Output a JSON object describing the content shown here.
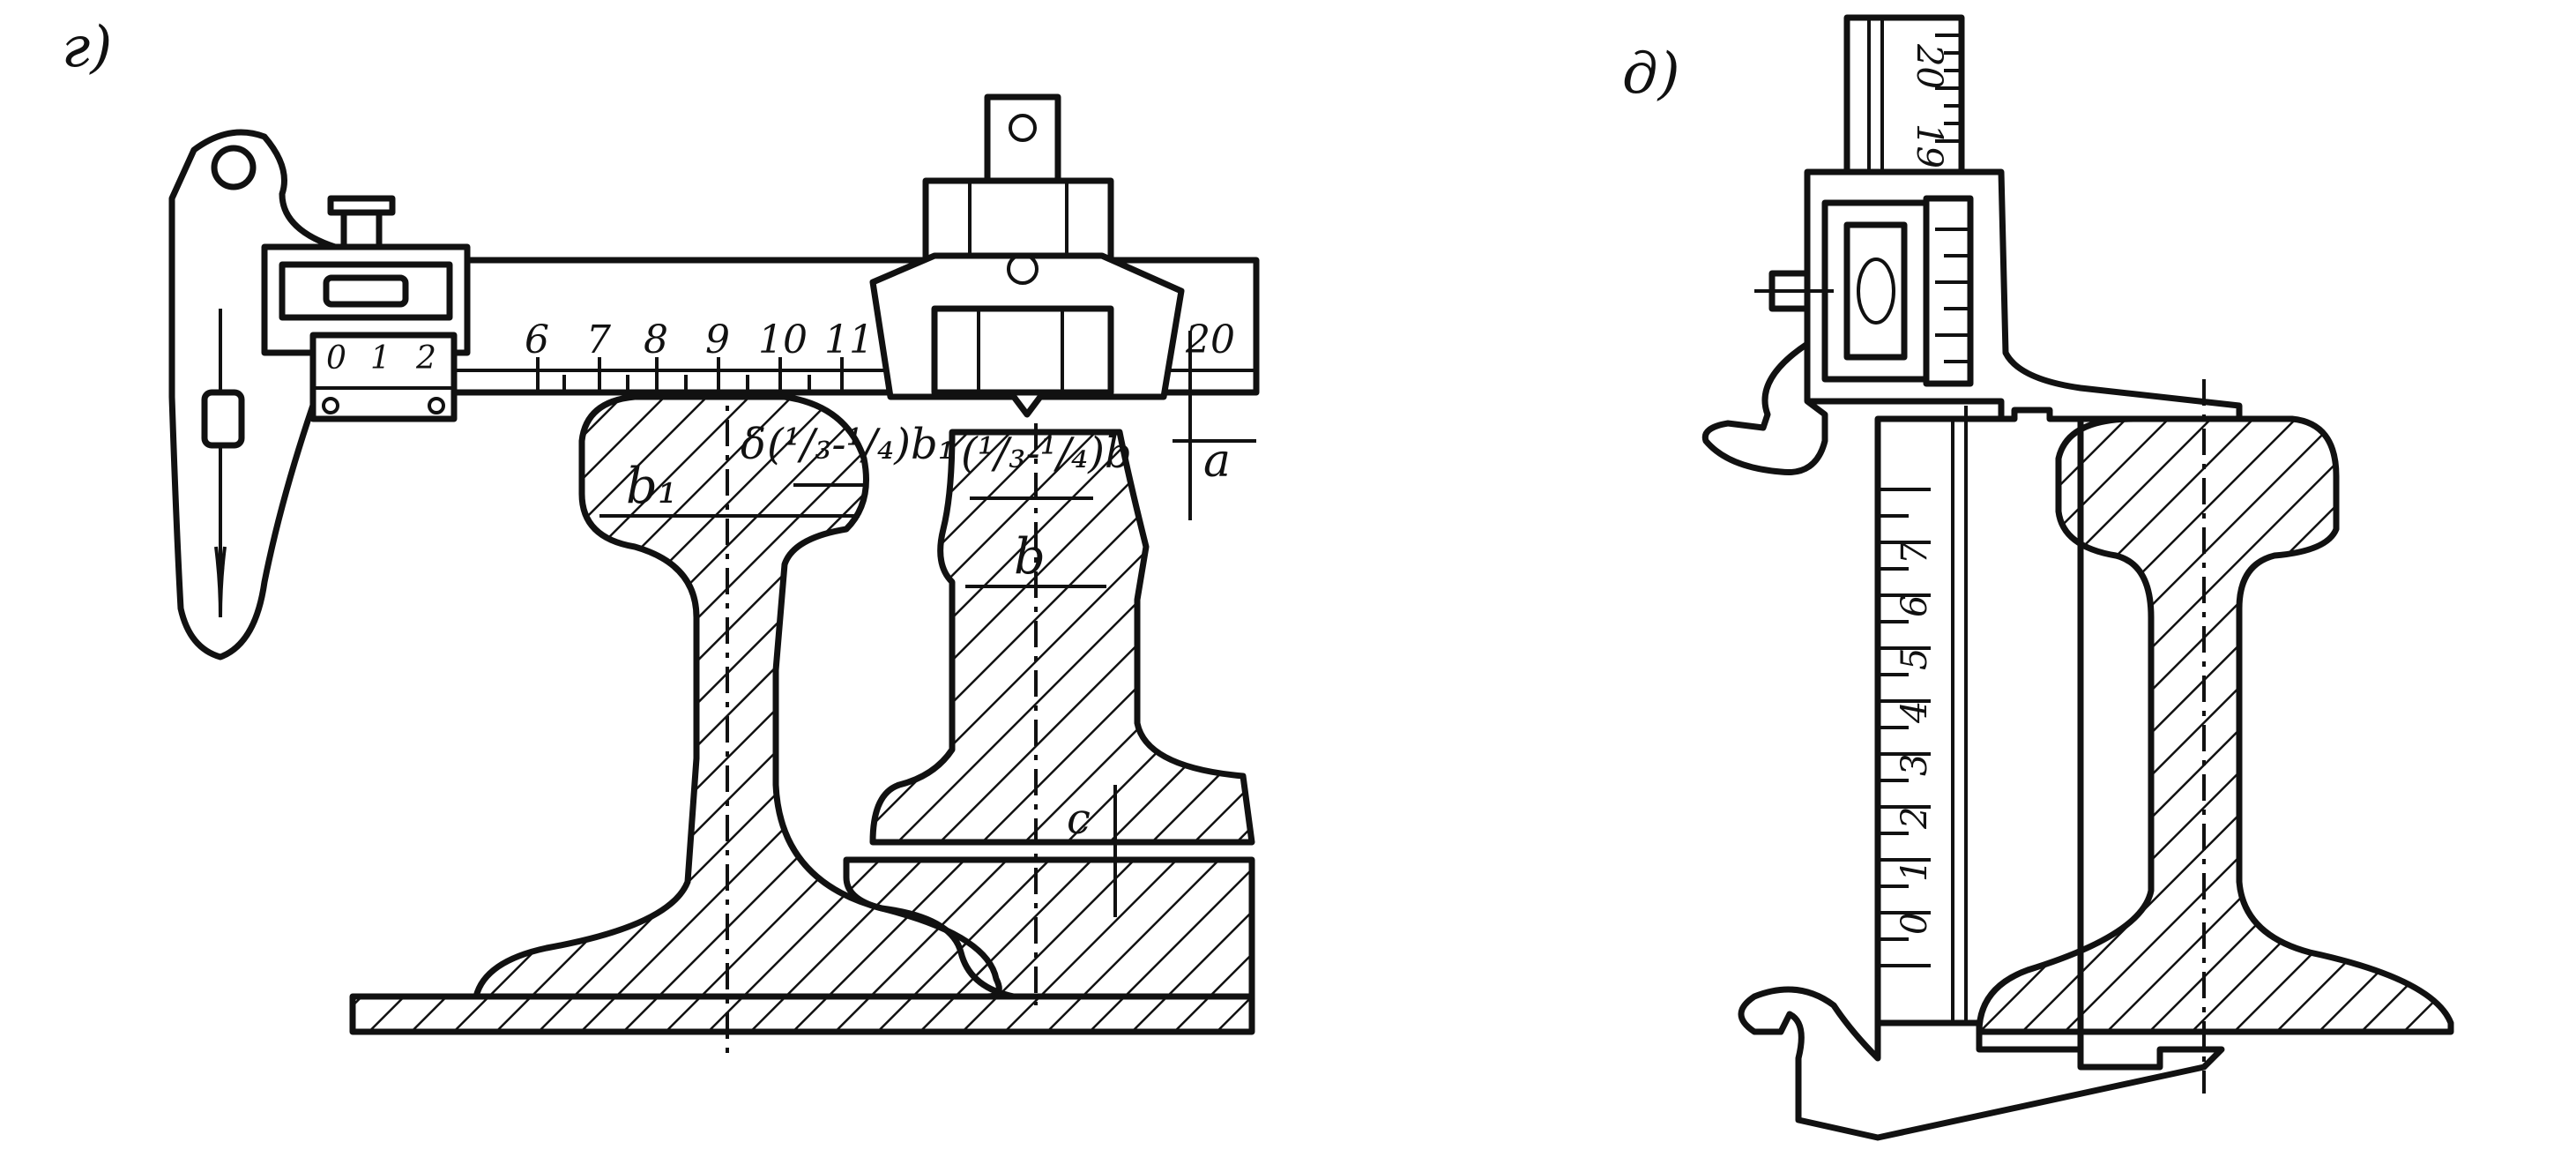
{
  "panels": {
    "left_label": "г)",
    "right_label": "д)"
  },
  "left": {
    "vernier_scale": [
      "0",
      "1",
      "2"
    ],
    "main_scale": [
      "6",
      "7",
      "8",
      "9",
      "10",
      "11",
      "20"
    ],
    "labels": {
      "b1": "b₁",
      "b": "b",
      "fraction1": "(¹/₃-¹/₄)b₁",
      "fraction2": "(¹/₃-¹/₄)b",
      "delta": "δ",
      "a": "a",
      "c": "c"
    }
  },
  "right": {
    "top_scale": [
      "19",
      "20"
    ],
    "vertical_scale": [
      "0",
      "1",
      "2",
      "3",
      "4",
      "5",
      "6",
      "7"
    ]
  }
}
